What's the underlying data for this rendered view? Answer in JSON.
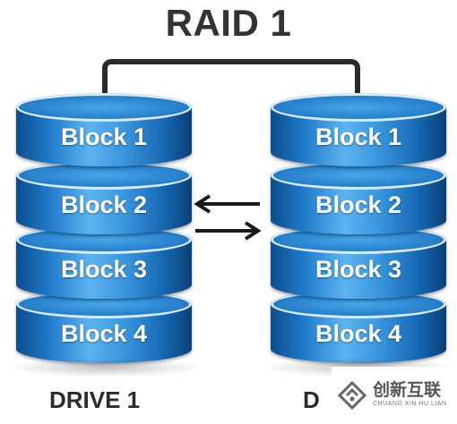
{
  "title": "RAID 1",
  "drives": [
    {
      "label": "DRIVE 1",
      "blocks": [
        "Block 1",
        "Block 2",
        "Block 3",
        "Block 4"
      ]
    },
    {
      "label": "D",
      "blocks": [
        "Block 1",
        "Block 2",
        "Block 3",
        "Block 4"
      ]
    }
  ],
  "arrows": {
    "top_direction": "left",
    "bottom_direction": "right"
  },
  "watermark": {
    "text": "创新互联",
    "subtext": "CHUANG XIN HU LIAN",
    "icon": "logo-mark-icon"
  },
  "colors": {
    "disk_blue": "#1f78c8",
    "text_dark": "#333333",
    "arrow": "#1a1a1a"
  }
}
